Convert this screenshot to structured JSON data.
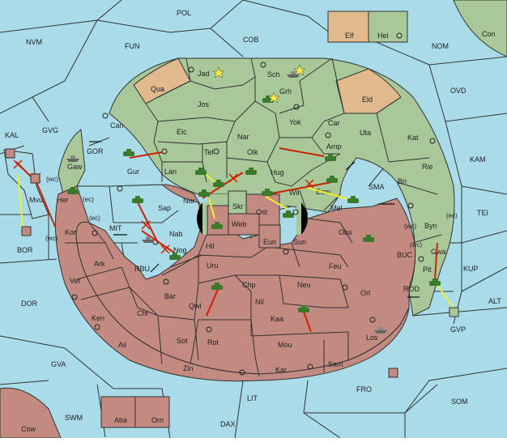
{
  "colors": {
    "sea": "#a9dbe9",
    "green": "#a8c89a",
    "red": "#c28a80",
    "tan": "#e0b98d",
    "border": "#333333",
    "move": "#cc2200",
    "support": "#f0f02a"
  },
  "legend": {
    "elf": "Elf",
    "hel": "Hel"
  },
  "coast_tags": {
    "wc": "(wc)",
    "ec": "(ec)"
  },
  "labels": {
    "pol": "POL",
    "nvm": "NVM",
    "fun": "FUN",
    "cob": "COB",
    "nom": "NOM",
    "con": "Con",
    "ovd": "OVD",
    "kam": "KAM",
    "tei": "TEI",
    "kup": "KUP",
    "alt": "ALT",
    "gvp": "GVP",
    "som": "SOM",
    "fro": "FRO",
    "dax": "DAX",
    "lit": "LIT",
    "swm": "SWM",
    "cow": "Cow",
    "gva": "GVA",
    "dor": "DOR",
    "bor": "BOR",
    "kal": "KAL",
    "gvg": "GVG",
    "gor": "GOR",
    "gaw": "Gaw",
    "mvu": "Mvu",
    "mit": "MIT",
    "rbu": "RBU",
    "sma": "SMA",
    "buc": "BUC",
    "rod": "ROD",
    "aba": "Aba",
    "orn": "Orn",
    "qua": "Qua",
    "jad": "Jad",
    "sch": "Sch",
    "grh": "Grh",
    "eld": "Eld",
    "jos": "Jos",
    "can": "Can",
    "elc": "Elc",
    "nar": "Nar",
    "yok": "Yok",
    "car": "Car",
    "uta": "Uta",
    "kat": "Kat",
    "tel": "Tel",
    "olk": "Olk",
    "amp": "Amp",
    "rie": "Rie",
    "gur": "Gur",
    "lan": "Lan",
    "hug": "Hug",
    "bri": "Bri",
    "nor": "Nor",
    "skr": "Skr",
    "wil": "Wil",
    "esm": "Esm",
    "sap": "Sap",
    "web": "Web",
    "ost": "Ost",
    "mel": "Mel",
    "byn": "Byn",
    "her": "Her",
    "nab": "Nab",
    "eun": "Eun",
    "sun": "Sun",
    "obs": "Obs",
    "kor": "Kor",
    "hil": "Hil",
    "nog": "Nog",
    "gwa": "Gwa",
    "pit": "Pit",
    "ark": "Ark",
    "uru": "Uru",
    "feu": "Feu",
    "ver": "Ver",
    "bar": "Bar",
    "chp": "Chp",
    "neu": "Neu",
    "orl": "Orl",
    "qwi": "Qwi",
    "nil": "Nil",
    "ken": "Ken",
    "chr": "Chr",
    "kaa": "Kaa",
    "los": "Los",
    "ail": "Ail",
    "sot": "Sot",
    "rot": "Rot",
    "mou": "Mou",
    "zin": "Zin",
    "kar": "Kar",
    "sam": "Sam"
  }
}
